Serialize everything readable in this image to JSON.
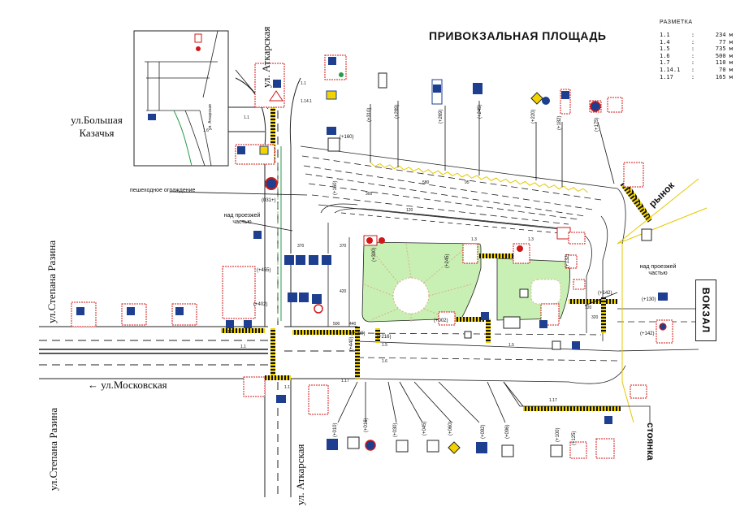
{
  "title": "ПРИВОКЗАЛЬНАЯ ПЛОЩАДЬ",
  "legend": {
    "title": "РАЗМЕТКА",
    "rows": [
      {
        "code": "1.1",
        "value": "234 м"
      },
      {
        "code": "1.4",
        "value": "77 м"
      },
      {
        "code": "1.5",
        "value": "735 м"
      },
      {
        "code": "1.6",
        "value": "500 м"
      },
      {
        "code": "1.7",
        "value": "110 м"
      },
      {
        "code": "1.14.1",
        "value": "70 м"
      },
      {
        "code": "1.17",
        "value": "165 м"
      }
    ]
  },
  "streets": {
    "atkarskaya_top": "ул. Аткарская",
    "atkarskaya_bottom": "ул. Аткарская",
    "bolshaya_kazachya": "ул.Большая Казачья",
    "razina_top": "ул.Степана Разина",
    "razina_bottom": "ул.Степана Разина",
    "moskovskaya": "ул.Московская",
    "rynok": "рынок",
    "stoyanka": "стоянка",
    "vokzal": "ВОКЗАЛ"
  },
  "annotations": {
    "pedestrian_fence": "пешеходное ограждение",
    "above_road_left": "над проезжей частью",
    "above_road_right": "над проезжей частью",
    "inset_street": "ул. Аткарская"
  },
  "chainage": [
    "(+310)",
    "(+289)",
    "(+269)",
    "(+245)",
    "(+220)",
    "(+182)",
    "(+175)",
    "(+142)",
    "(+130)",
    "(+142)",
    "(+010)",
    "(+016)",
    "(+030)",
    "(+045)",
    "(+060)",
    "(+092)",
    "(+096)",
    "(+100)",
    "(+125)",
    "(+300)",
    "(+245)",
    "(+216)",
    "(+160)",
    "(+132)",
    "(+002)",
    "(+060)",
    "(+455)",
    "(+402)",
    "(+440)",
    "(031+)",
    "(+160)"
  ],
  "colors": {
    "road_line": "#222222",
    "crossing": "#f2d300",
    "green": "#c8f0b4",
    "sign_blue": "#1e3f8f",
    "sign_red": "#d01818",
    "curb_green": "#2a9a4a",
    "fence_yellow": "#e6c800"
  }
}
